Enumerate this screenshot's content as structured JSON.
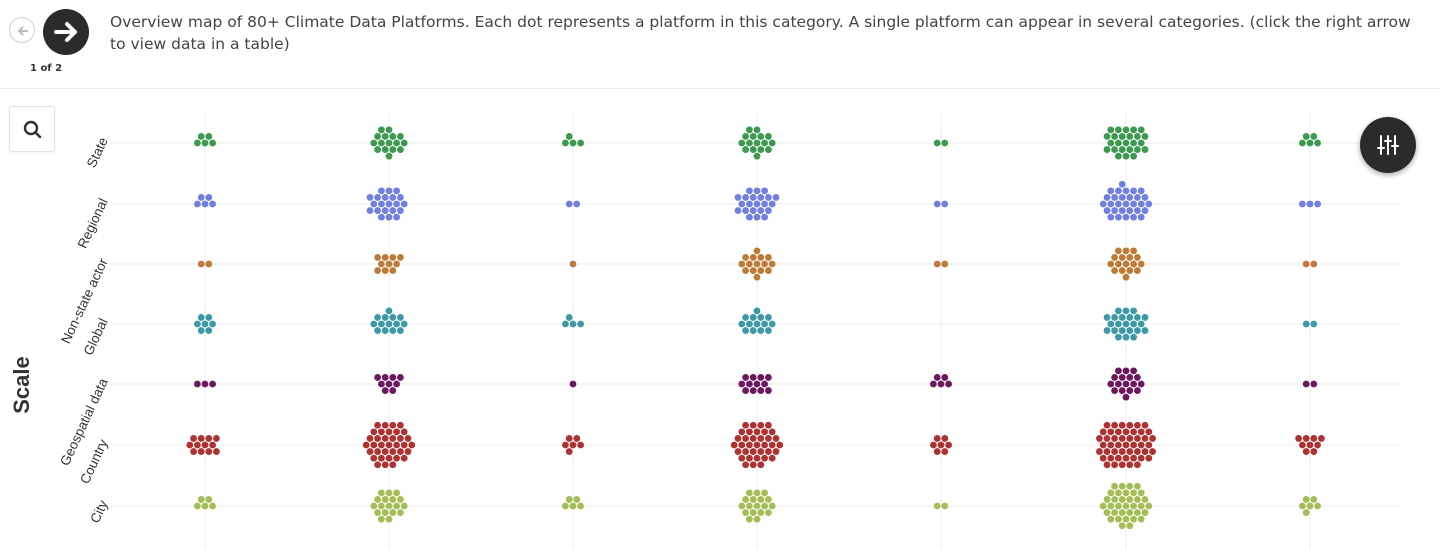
{
  "nav": {
    "prev_icon": "arrow-left-icon",
    "next_icon": "arrow-right-icon",
    "pager": "1 of 2"
  },
  "description": "Overview map of 80+ Climate Data Platforms. Each dot represents a platform in this category. A single platform can appear in several categories. (click the right arrow to view data in a table)",
  "controls": {
    "search_icon": "search-icon",
    "filter_icon": "sliders-icon"
  },
  "chart_data": {
    "type": "scatter",
    "subtype": "beeswarm",
    "ylabel": "Scale",
    "xlabel": "",
    "title": "",
    "categories": [
      "State",
      "Regional",
      "Non-state actor",
      "Global",
      "Geospatial data",
      "Country",
      "City"
    ],
    "columns": 7,
    "grid": true,
    "counts": [
      [
        5,
        16,
        4,
        16,
        2,
        25,
        5
      ],
      [
        5,
        21,
        2,
        22,
        2,
        30,
        3
      ],
      [
        2,
        10,
        1,
        15,
        2,
        17,
        2
      ],
      [
        7,
        14,
        4,
        14,
        0,
        23,
        2
      ],
      [
        3,
        9,
        1,
        12,
        5,
        17,
        2
      ],
      [
        12,
        36,
        6,
        36,
        7,
        48,
        9
      ],
      [
        5,
        18,
        5,
        18,
        2,
        35,
        6
      ]
    ],
    "colors": {
      "State": "#3a9a4d",
      "Regional": "#6f7fe6",
      "Non-state actor": "#c17a34",
      "Global": "#3b9aa8",
      "Geospatial data": "#6f1661",
      "Country": "#b33030",
      "City": "#a2c052"
    }
  }
}
